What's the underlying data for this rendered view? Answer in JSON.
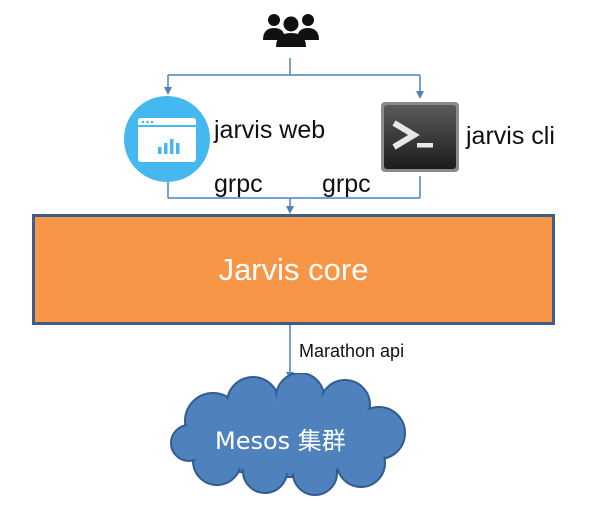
{
  "users": {
    "icon": "users-icon"
  },
  "clients": {
    "web": {
      "label": "jarvis web",
      "icon": "browser-chart-icon"
    },
    "cli": {
      "label": "jarvis cli",
      "icon": "terminal-icon"
    }
  },
  "protocols": {
    "left": "grpc",
    "right": "grpc"
  },
  "core": {
    "label": "Jarvis core",
    "fill": "#f79646",
    "border": "#3d5f86"
  },
  "api": {
    "label": "Marathon api"
  },
  "cluster": {
    "label": "Mesos 集群",
    "fill": "#4f81bd"
  },
  "colors": {
    "arrow": "#4f81bd"
  }
}
